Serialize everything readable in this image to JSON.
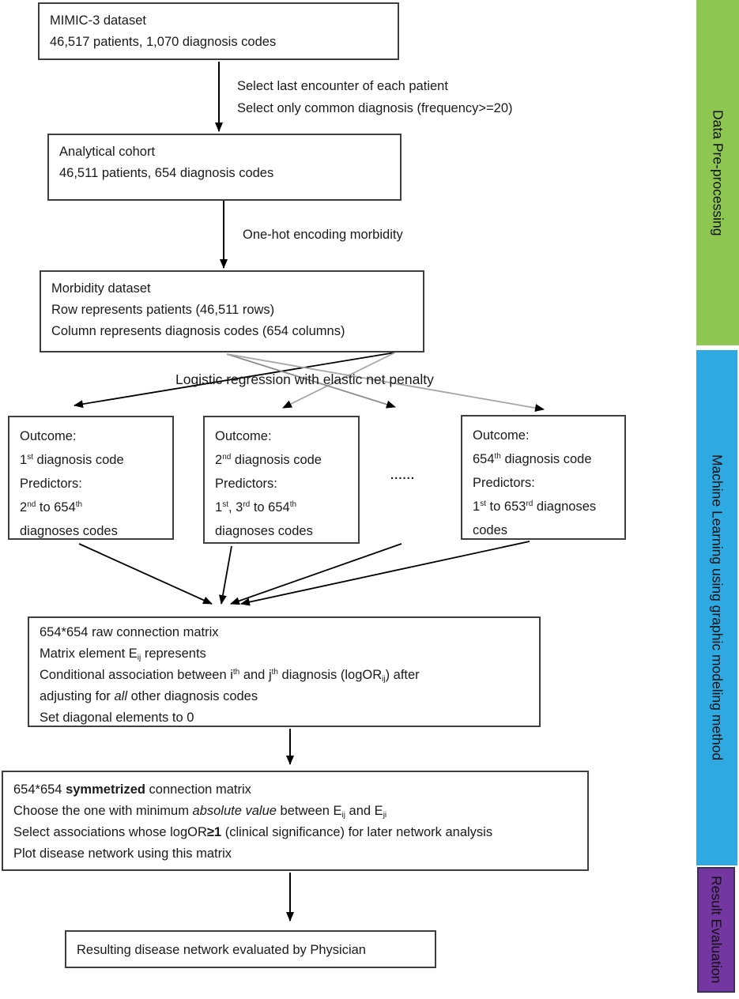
{
  "colors": {
    "sidebar_green": "#8EC652",
    "sidebar_blue": "#2FA9E1",
    "sidebar_purple": "#7436A0",
    "box_border": "#3f3f3f",
    "arrow_black": "#000000",
    "arrow_gray": "#a6a6a6"
  },
  "flow": {
    "boxes": {
      "mimic": {
        "lines": [
          "MIMIC-3 dataset",
          "46,517 patients, 1,070 diagnosis codes"
        ]
      },
      "analytical": {
        "lines": [
          "Analytical cohort",
          "46,511 patients, 654 diagnosis codes"
        ]
      },
      "morbidity": {
        "lines": [
          "Morbidity dataset",
          "Row represents patients (46,511 rows)",
          "Column represents diagnosis codes (654 columns)"
        ]
      },
      "outcome1": {
        "lines": [
          "Outcome:",
          "1<sup>st</sup> diagnosis code",
          "Predictors:",
          "2<sup>nd</sup> to 654<sup>th</sup>",
          "diagnoses codes"
        ]
      },
      "outcome2": {
        "lines": [
          "Outcome:",
          "2<sup>nd</sup> diagnosis code",
          "Predictors:",
          "1<sup>st</sup>, 3<sup>rd</sup> to 654<sup>th</sup>",
          "diagnoses codes"
        ]
      },
      "outcome3": {
        "lines": [
          "Outcome:",
          "654<sup>th</sup> diagnosis code",
          "Predictors:",
          "1<sup>st</sup> to 653<sup>rd</sup> diagnoses",
          "codes"
        ]
      },
      "raw_matrix": {
        "lines": [
          "654*654 raw connection matrix",
          "Matrix element E<sub>ij</sub> represents",
          "Conditional association between i<sup>th</sup> and j<sup>th</sup> diagnosis (logOR<sub>ij</sub>) after",
          "adjusting for <i>all</i> other diagnosis codes",
          "Set diagonal elements to 0"
        ]
      },
      "symmetrized": {
        "lines": [
          "654*654 <b>symmetrized</b> connection matrix",
          "Choose the one with minimum <i>absolute value</i> between E<sub>ij</sub> and E<sub>ji</sub>",
          "Select associations whose logOR<b>&#8805;1</b> (clinical significance) for later network analysis",
          "Plot disease network using this matrix"
        ]
      },
      "result": {
        "lines": [
          "Resulting disease network evaluated by Physician"
        ]
      }
    },
    "labels": {
      "select_line1": "Select last encounter of each patient",
      "select_line2": "Select only common diagnosis (frequency>=20)",
      "one_hot": "One-hot encoding morbidity",
      "logistic": "Logistic regression with elastic net penalty",
      "ellipsis": "......"
    }
  },
  "sidebars": {
    "preprocessing": {
      "label": "Data Pre-processing"
    },
    "machine_learning": {
      "label": "Machine Learning using graphic modeling method"
    },
    "evaluation": {
      "label": "Result Evaluation"
    }
  }
}
